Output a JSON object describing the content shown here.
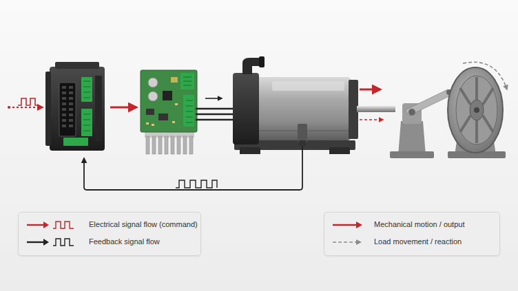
{
  "diagram": {
    "legend": [
      {
        "text": "Electrical signal flow (command)"
      },
      {
        "text": "Feedback signal flow"
      },
      {
        "text": "Mechanical motion / output"
      },
      {
        "text": "Load movement / reaction"
      }
    ]
  }
}
